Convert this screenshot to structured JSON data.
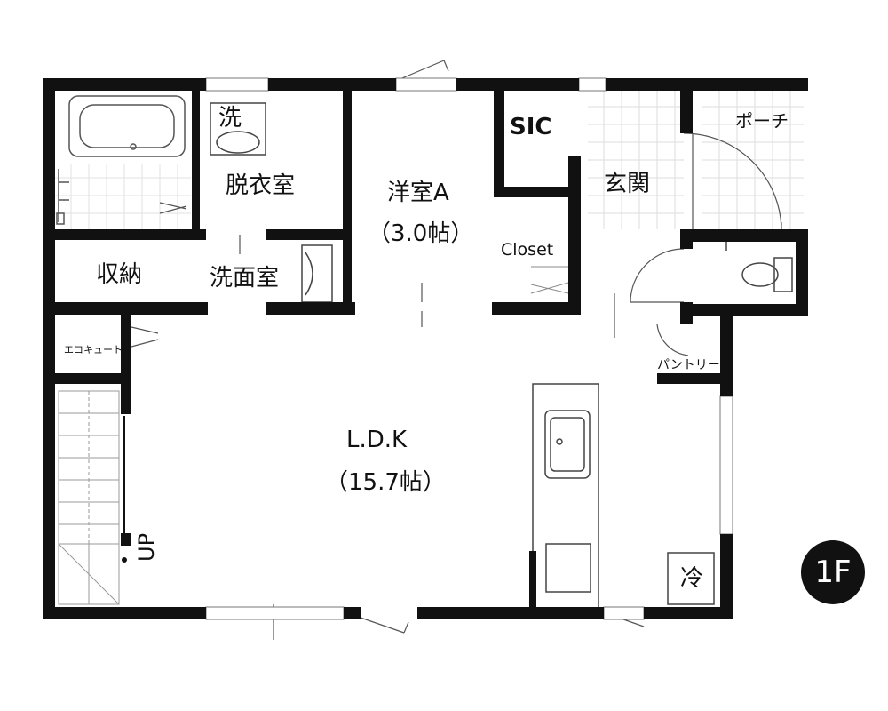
{
  "rooms": {
    "wash": "洗",
    "dressing": "脱衣室",
    "western_a": "洋室A",
    "western_a_size": "（3.0帖）",
    "sic": "SIC",
    "entrance": "玄関",
    "porch": "ポーチ",
    "closet": "Closet",
    "storage": "収納",
    "washroom": "洗面室",
    "ecocute": "エコキュート",
    "pantry": "パントリー",
    "ldk": "L.D.K",
    "ldk_size": "（15.7帖）",
    "fridge": "冷",
    "stairs_up": "UP"
  },
  "floor_badge": "1F"
}
